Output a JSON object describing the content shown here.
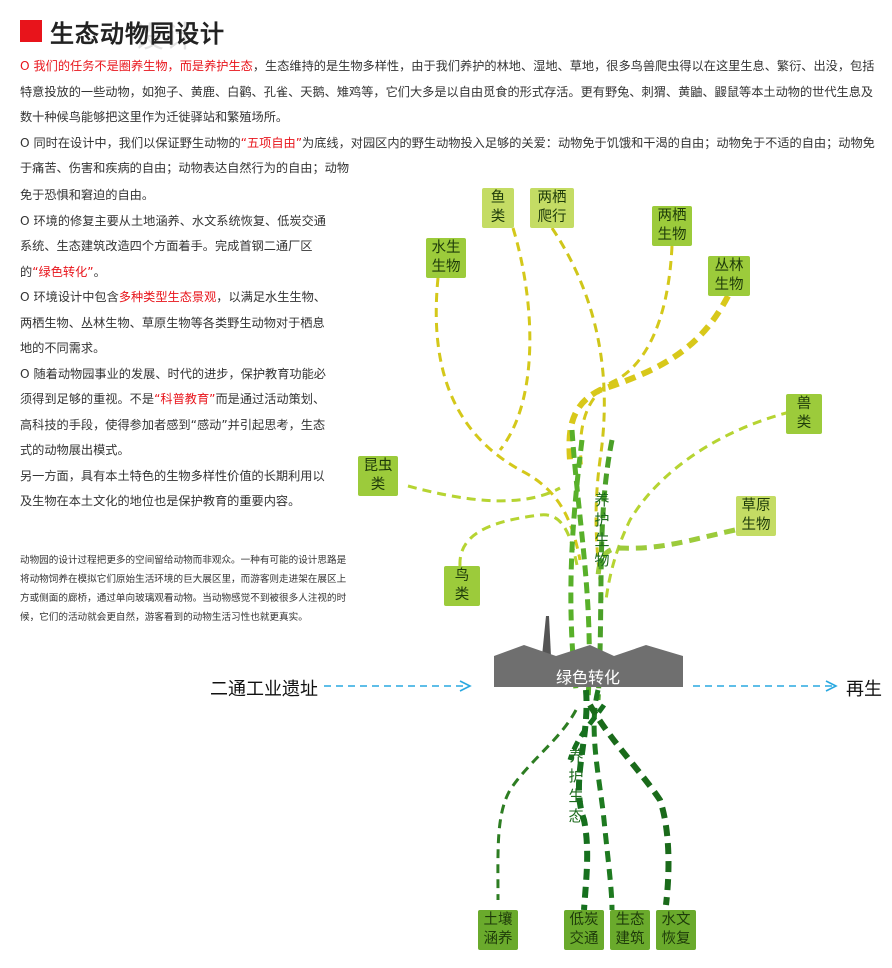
{
  "title": {
    "main": "生态动物园设计",
    "shadow": "设计"
  },
  "intro": {
    "p1_red": "我们的任务不是圈养生物，而是养护生态",
    "p1_rest": "，生态维持的是生物多样性，由于我们养护的林地、湿地、草地，很多鸟兽爬虫得以在这里生息、繁衍、出没，包括特意投放的一些动物，如狍子、黄鹿、白鹳、孔雀、天鹅、雉鸡等，它们大多是以自由觅食的形式存活。更有野兔、刺猬、黄鼬、鼹鼠等本土动物的世代生息及数十种候鸟能够把这里作为迁徙驿站和繁殖场所。",
    "p2_before": "同时在设计中，我们以保证野生动物的",
    "p2_red": "“五项自由”",
    "p2_rest": "为底线，对园区内的野生动物投入足够的关爱：动物免于饥饿和干渴的自由；动物免于不适的自由；动物免于痛苦、伤害和疾病的自由；动物表达自然行为的自由；动物"
  },
  "column": {
    "c1": "免于恐惧和窘迫的自由。",
    "c2_before": "环境的修复主要从土地涵养、水文系统恢复、低炭交通系统、生态建筑改造四个方面着手。完成首钢二通厂区的",
    "c2_red": "“绿色转化”",
    "c2_after": "。",
    "c3_before": "环境设计中包含",
    "c3_red": "多种类型生态景观",
    "c3_after": "，以满足水生生物、两栖生物、丛林生物、草原生物等各类野生动物对于栖息地的不同需求。",
    "c4_before": "随着动物园事业的发展、时代的进步，保护教育功能必须得到足够的重视。不是",
    "c4_red": "“科普教育”",
    "c4_after": "而是通过活动策划、高科技的手段，使得参加者感到“感动”并引起思考，生态式的动物展出模式。",
    "c5": "另一方面，具有本土特色的生物多样性价值的长期利用以及生物在本土文化的地位也是保护教育的重要内容。"
  },
  "note": "动物园的设计过程把更多的空间留给动物而非观众。一种有可能的设计思路是将动物饲养在模拟它们原始生活环境的巨大展区里，而游客则走进架在展区上方或侧面的廊桥，通过单向玻璃观看动物。当动物感觉不到被很多人注视的时候，它们的活动就会更自然，游客看到的动物生活习性也就更真实。",
  "diagram": {
    "bullet": "O",
    "branches": {
      "fish": "鱼\n类",
      "amphibian_crawl": "两栖\n爬行",
      "amphibian": "两栖\n生物",
      "aquatic": "水生\n生物",
      "jungle": "丛林\n生物",
      "beast": "兽\n类",
      "insect": "昆虫\n类",
      "grassland": "草原\n生物",
      "bird": "鸟\n类"
    },
    "roots": {
      "soil": "土壤\n涵养",
      "low_carbon": "低炭\n交通",
      "eco_building": "生态\n建筑",
      "hydrology": "水文\n恢复"
    },
    "trunk_label": "养护生物",
    "root_label": "养护生态",
    "factory_label": "绿色转化",
    "left_flow": "二通工业遗址",
    "right_flow": "再生"
  },
  "colors": {
    "title_red": "#e8141b",
    "yellow": "#d8c81a",
    "yellow_green": "#b6d432",
    "light_green": "#86c22a",
    "green": "#58b02a",
    "dark_green": "#16701e",
    "blue_arrow": "#29a8e0",
    "factory": "#707070"
  }
}
